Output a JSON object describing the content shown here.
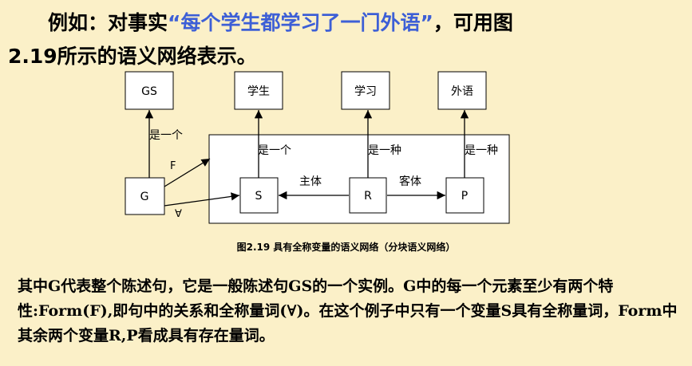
{
  "intro": {
    "prefix": "例如：对事实",
    "quote": "“每个学生都学习了一门外语”",
    "suffix": "，可用图",
    "line2": "2.19所示的语义网络表示。"
  },
  "diagram": {
    "nodes": {
      "gs": "GS",
      "student": "学生",
      "study": "学习",
      "language": "外语",
      "g": "G",
      "s": "S",
      "r": "R",
      "p": "P"
    },
    "labels": {
      "g_isa": "是一个",
      "s_isa": "是一个",
      "r_isa": "是一种",
      "p_isa": "是一种",
      "f": "F",
      "forall": "∀",
      "subject": "主体",
      "object": "客体"
    },
    "caption": "图2.19 具有全称变量的语义网络（分块语义网络）"
  },
  "body": {
    "paragraph": "其中G代表整个陈述句，它是一般陈述句GS的一个实例。G中的每一个元素至少有两个特性:Form(F),即句中的关系和全称量词(∀)。在这个例子中只有一个变量S具有全称量词，Form中其余两个变量R,P看成具有存在量词。"
  }
}
